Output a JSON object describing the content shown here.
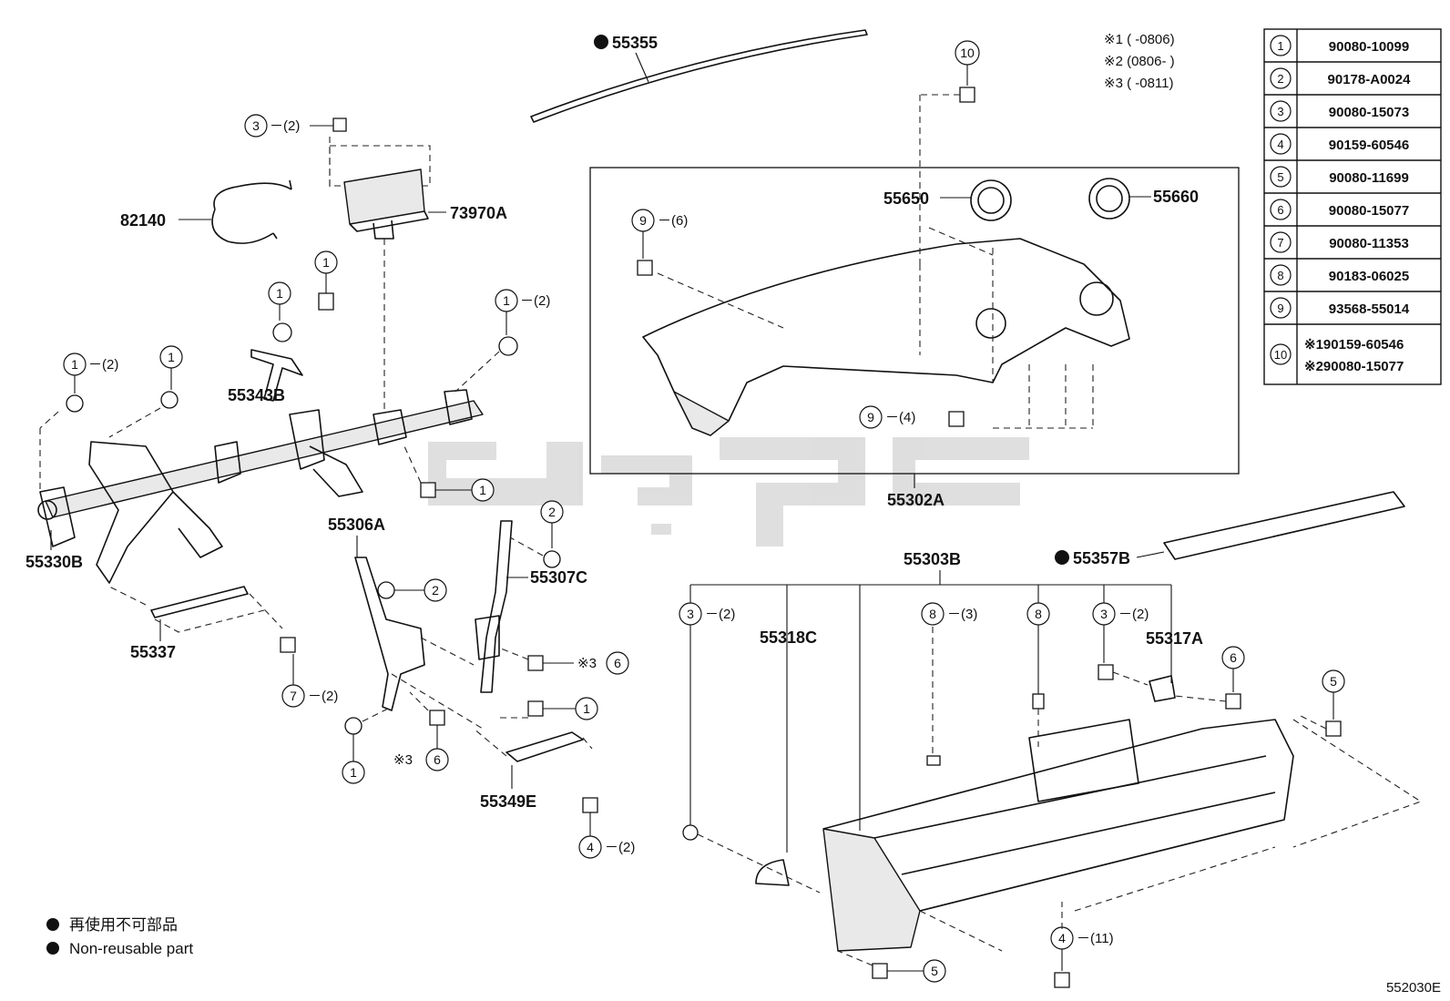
{
  "diagram_code": "552030E",
  "watermark": "بهرنگ",
  "notes": [
    "※1 (    -0806)",
    "※2 (0806-    )",
    "※3 (    -0811)"
  ],
  "legend": {
    "jp": "再使用不可部品",
    "en": "Non-reusable part"
  },
  "parts_table": [
    {
      "num": "1",
      "pn": "90080-10099"
    },
    {
      "num": "2",
      "pn": "90178-A0024"
    },
    {
      "num": "3",
      "pn": "90080-15073"
    },
    {
      "num": "4",
      "pn": "90159-60546"
    },
    {
      "num": "5",
      "pn": "90080-11699"
    },
    {
      "num": "6",
      "pn": "90080-15077"
    },
    {
      "num": "7",
      "pn": "90080-11353"
    },
    {
      "num": "8",
      "pn": "90183-06025"
    },
    {
      "num": "9",
      "pn": "93568-55014"
    },
    {
      "num": "10",
      "pn": "※190159-60546",
      "pn2": "※290080-15077"
    }
  ],
  "part_labels": {
    "p55355": "55355",
    "p73970A": "73970A",
    "p82140": "82140",
    "p55343B": "55343B",
    "p55330B": "55330B",
    "p55337": "55337",
    "p55306A": "55306A",
    "p55307C": "55307C",
    "p55349E": "55349E",
    "p55650": "55650",
    "p55660": "55660",
    "p55302A": "55302A",
    "p55357B": "55357B",
    "p55303B": "55303B",
    "p55318C": "55318C",
    "p55317A": "55317A"
  },
  "callouts": {
    "c3_top": {
      "num": "3",
      "qty": "－(2)"
    },
    "c1_a": {
      "num": "1",
      "qty": ""
    },
    "c1_b": {
      "num": "1",
      "qty": ""
    },
    "c1_c": {
      "num": "1",
      "qty": "－(2)"
    },
    "c1_d": {
      "num": "1",
      "qty": "－(2)"
    },
    "c1_e": {
      "num": "1",
      "qty": ""
    },
    "c1_f": {
      "num": "1",
      "qty": ""
    },
    "c1_g": {
      "num": "1",
      "qty": ""
    },
    "c1_h": {
      "num": "1",
      "qty": ""
    },
    "c2_a": {
      "num": "2",
      "qty": ""
    },
    "c2_b": {
      "num": "2",
      "qty": ""
    },
    "c6_a": {
      "num": "6",
      "prefix": "※3"
    },
    "c6_b": {
      "num": "6",
      "prefix": "※3"
    },
    "c7": {
      "num": "7",
      "qty": "－(2)"
    },
    "c4_a": {
      "num": "4",
      "qty": "－(2)"
    },
    "c10": {
      "num": "10",
      "qty": ""
    },
    "c9_a": {
      "num": "9",
      "qty": "－(6)"
    },
    "c9_b": {
      "num": "9",
      "qty": "－(4)"
    },
    "c3_l": {
      "num": "3",
      "qty": "－(2)"
    },
    "c8_a": {
      "num": "8",
      "qty": "－(3)"
    },
    "c8_b": {
      "num": "8",
      "qty": ""
    },
    "c3_r": {
      "num": "3",
      "qty": "－(2)"
    },
    "c6_c": {
      "num": "6",
      "qty": ""
    },
    "c5_a": {
      "num": "5",
      "qty": ""
    },
    "c4_b": {
      "num": "4",
      "qty": "－(11)"
    },
    "c5_b": {
      "num": "5",
      "qty": ""
    }
  }
}
